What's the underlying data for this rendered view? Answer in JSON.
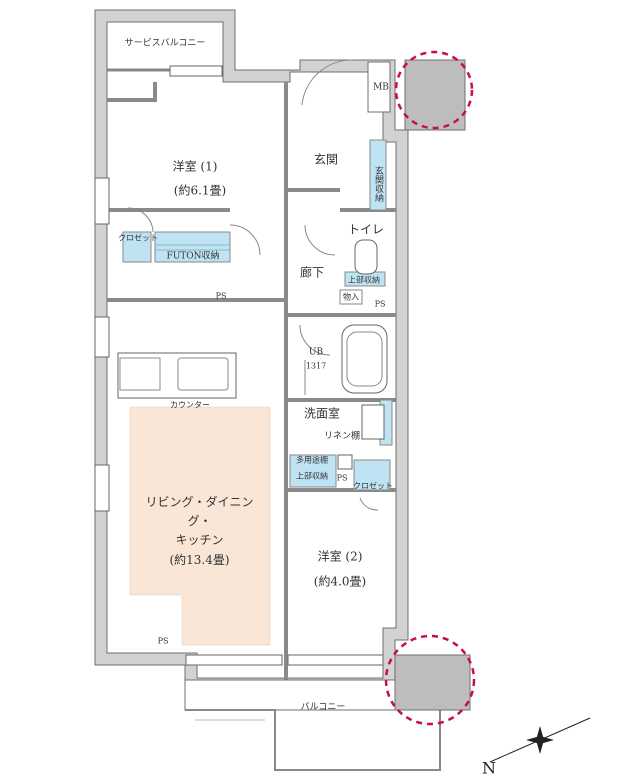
{
  "rooms": {
    "service_balcony": "サービスバルコニー",
    "western_room_1": "洋室 (1)",
    "western_room_1_area": "(約6.1畳)",
    "closet_1": "クロゼット",
    "futon_storage": "FUTON収納",
    "entrance": "玄関",
    "entrance_storage": "玄関収納",
    "toilet": "トイレ",
    "upper_storage_1": "上部収納",
    "hallway": "廊下",
    "storage": "物入",
    "unit_bath": "UB",
    "unit_bath_size": "1317",
    "washroom": "洗面室",
    "linen_shelf": "リネン棚",
    "multipurpose_shelf": "多用途棚",
    "upper_storage_2": "上部収納",
    "closet_2": "クロゼット",
    "counter": "カウンター",
    "ldk_line1": "リビング・ダイニング・",
    "ldk_line2": "キッチン",
    "ldk_area": "(約13.4畳)",
    "western_room_2": "洋室 (2)",
    "western_room_2_area": "(約4.0畳)",
    "balcony": "バルコニー",
    "mb": "MB",
    "ps_1": "PS",
    "ps_2": "PS",
    "ps_3": "PS",
    "ps_4": "PS",
    "north": "N"
  },
  "colors": {
    "wall": "#c9c9c9",
    "wall_stroke": "#6f6f6f",
    "ldk_floor": "#f9e6d6",
    "storage_fill": "#bfe3f3",
    "highlight_circle": "#c8103f"
  }
}
